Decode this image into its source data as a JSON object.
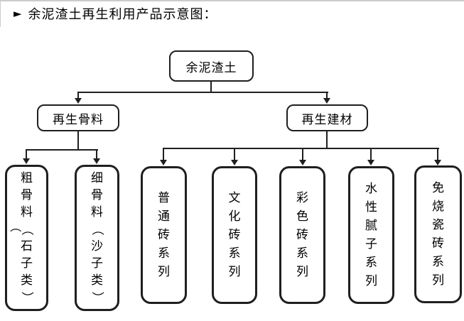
{
  "title": {
    "bullet": "►",
    "text": "余泥渣土再生利用产品示意图："
  },
  "tree": {
    "root": {
      "label": "余泥渣土",
      "children": [
        {
          "label": "再生骨料",
          "children": [
            {
              "label": "粗骨料（石子类）"
            },
            {
              "label": "细骨料（沙子类）"
            }
          ]
        },
        {
          "label": "再生建材",
          "children": [
            {
              "label": "普通砖系列"
            },
            {
              "label": "文化砖系列"
            },
            {
              "label": "彩色砖系列"
            },
            {
              "label": "水性腻子系列"
            },
            {
              "label": "免烧瓷砖系列"
            }
          ]
        }
      ]
    },
    "overflow_paren": "（"
  },
  "colors": {
    "line": "#1f1f1f",
    "box_border": "#1f1f1f",
    "text": "#000000",
    "background": "#ffffff",
    "page_edge": "#cccccc"
  }
}
